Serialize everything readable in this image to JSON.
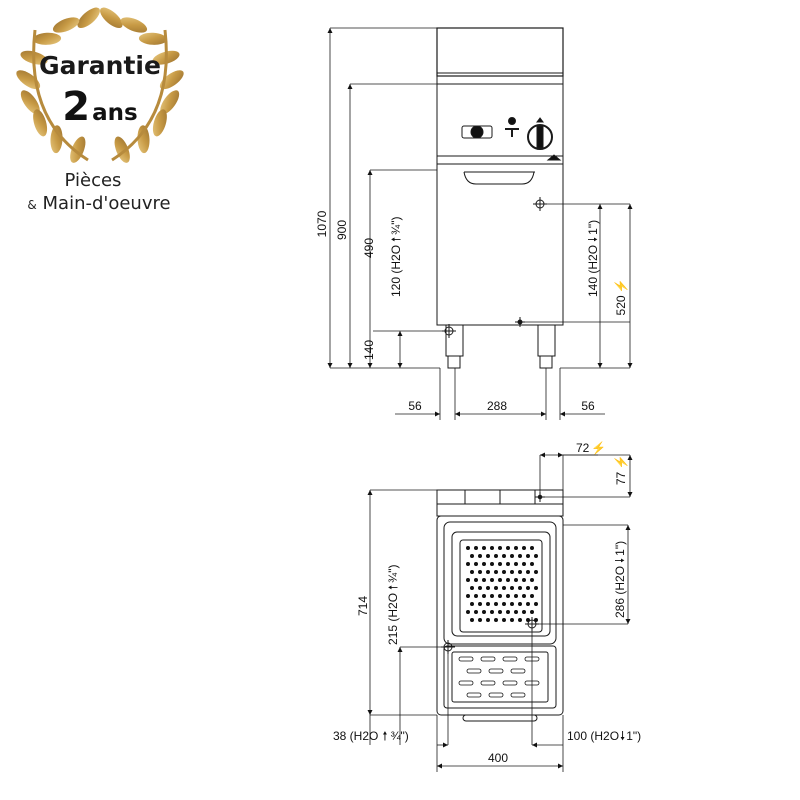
{
  "badge": {
    "title": "Garantie",
    "years_number": "2",
    "years_unit": "ans",
    "line1": "Pièces",
    "line2_amp": "&",
    "line2_text": " Main-d'oeuvre",
    "color": "#C9A24B"
  },
  "front_view": {
    "dim_total_height": "1070",
    "dim_worktop_height": "900",
    "dim_cabinet_height": "490",
    "dim_water_in": "120 (H2O",
    "dim_water_in_size": "¾\")",
    "dim_leg_height": "140",
    "dim_water_out": "140 (H2O",
    "dim_water_out_size": "1\")",
    "dim_electric": "520",
    "dim_left_offset": "56",
    "dim_leg_span": "288",
    "dim_right_offset": "56"
  },
  "top_view": {
    "dim_electric_x": "72",
    "dim_electric_y": "77",
    "dim_depth": "714",
    "dim_water_in": "215 (H2O",
    "dim_water_in_size": "¾\")",
    "dim_water_out": "286 (H2O",
    "dim_water_out_size": "1\")",
    "dim_water_in_x": "38 (H2O",
    "dim_water_in_x_size": "¾\")",
    "dim_water_out_x": "100 (H2O",
    "dim_water_out_x_size": "1\")",
    "dim_width": "400"
  },
  "colors": {
    "line": "#1a1a1a",
    "gold": "#C9A24B"
  }
}
